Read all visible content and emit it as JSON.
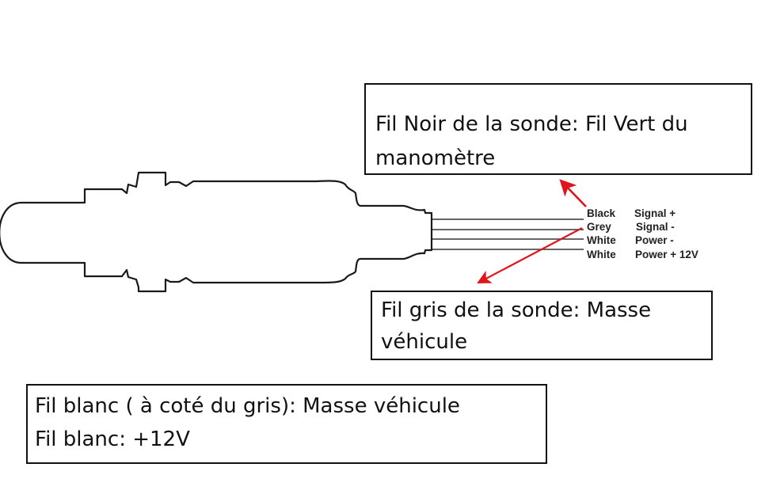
{
  "wire_table": {
    "rows": [
      {
        "color": "Black",
        "function": "Signal +"
      },
      {
        "color": "Grey",
        "function": "Signal -"
      },
      {
        "color": "White",
        "function": "Power -"
      },
      {
        "color": "White",
        "function": "Power + 12V"
      }
    ]
  },
  "annotations": {
    "black_wire": {
      "lines": [
        "Fil Noir de la sonde: Fil Vert du",
        "manomètre"
      ]
    },
    "grey_wire": {
      "lines": [
        "Fil gris de la sonde: Masse",
        "véhicule"
      ]
    },
    "white_wires": {
      "lines": [
        "Fil blanc ( à coté du gris): Masse véhicule",
        "Fil blanc: +12V"
      ]
    }
  },
  "colors": {
    "arrow": "#e0141b",
    "outline": "#111111"
  }
}
